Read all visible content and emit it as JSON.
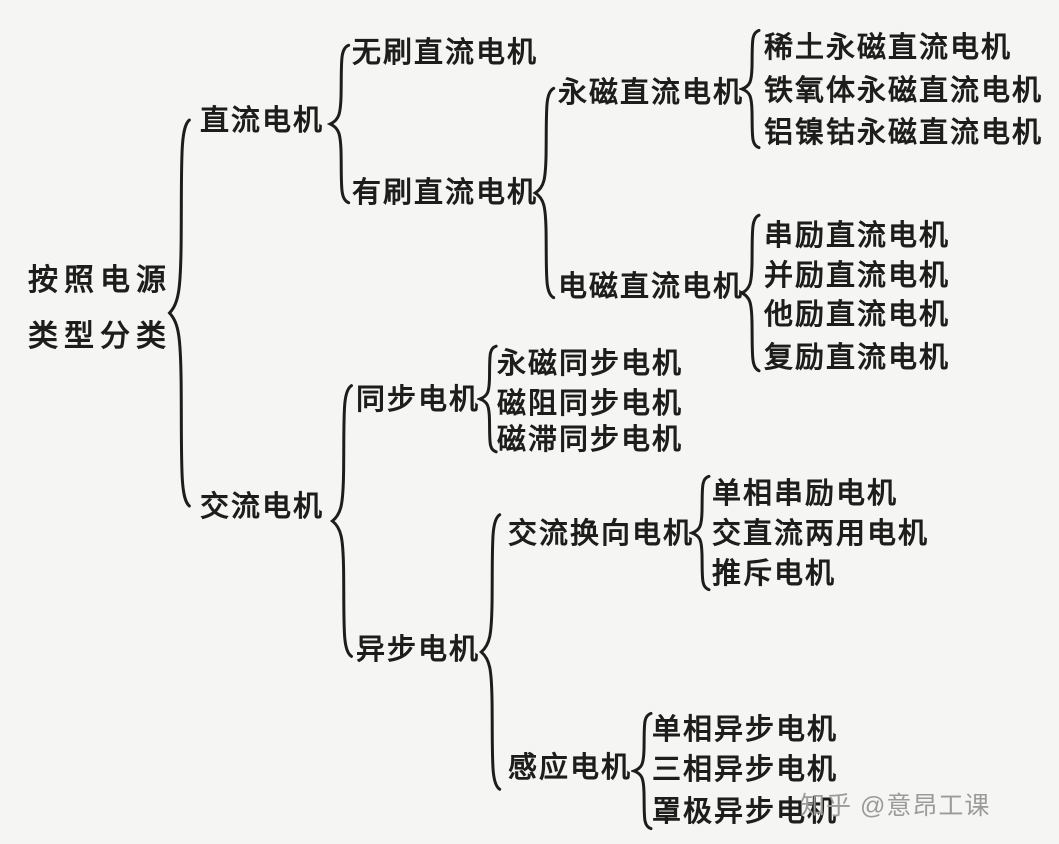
{
  "diagram": {
    "type": "brace-tree",
    "background_color": "#f5f5f3",
    "text_color": "#1d1d1b",
    "watermark_color": "#9b9b9b"
  },
  "tree": {
    "label": "按照电源类型分类",
    "label_lines": [
      "按照电源",
      "类型分类"
    ],
    "children": [
      {
        "label": "直流电机",
        "children": [
          {
            "label": "无刷直流电机",
            "children": []
          },
          {
            "label": "有刷直流电机",
            "children": [
              {
                "label": "永磁直流电机",
                "children": [
                  {
                    "label": "稀土永磁直流电机"
                  },
                  {
                    "label": "铁氧体永磁直流电机"
                  },
                  {
                    "label": "铝镍钴永磁直流电机"
                  }
                ]
              },
              {
                "label": "电磁直流电机",
                "children": [
                  {
                    "label": "串励直流电机"
                  },
                  {
                    "label": "并励直流电机"
                  },
                  {
                    "label": "他励直流电机"
                  },
                  {
                    "label": "复励直流电机"
                  }
                ]
              }
            ]
          }
        ]
      },
      {
        "label": "交流电机",
        "children": [
          {
            "label": "同步电机",
            "children": [
              {
                "label": "永磁同步电机"
              },
              {
                "label": "磁阻同步电机"
              },
              {
                "label": "磁滞同步电机"
              }
            ]
          },
          {
            "label": "异步电机",
            "children": [
              {
                "label": "交流换向电机",
                "children": [
                  {
                    "label": "单相串励电机"
                  },
                  {
                    "label": "交直流两用电机"
                  },
                  {
                    "label": "推斥电机"
                  }
                ]
              },
              {
                "label": "感应电机",
                "children": [
                  {
                    "label": "单相异步电机"
                  },
                  {
                    "label": "三相异步电机"
                  },
                  {
                    "label": "罩极异步电机"
                  }
                ]
              }
            ]
          }
        ]
      }
    ]
  },
  "watermark": {
    "text": "知乎 @意昂工课"
  }
}
